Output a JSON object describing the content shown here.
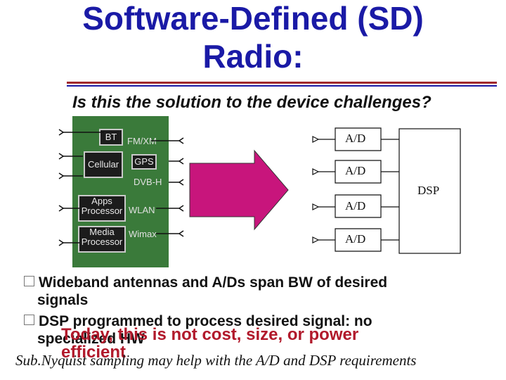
{
  "title": {
    "line1": "Software-Defined (SD)",
    "line2": "Radio:"
  },
  "subtitle": "Is this the solution to the device challenges?",
  "board_labels": {
    "bt": "BT",
    "fmxm": "FM/XM",
    "cellular": "Cellular",
    "gps": "GPS",
    "dvbh": "DVB-H",
    "apps": [
      "Apps",
      "Processor"
    ],
    "wlan": "WLAN",
    "media": [
      "Media",
      "Processor"
    ],
    "wimax": "Wimax"
  },
  "ad_labels": [
    "A/D",
    "A/D",
    "A/D",
    "A/D"
  ],
  "dsp_label": "DSP",
  "bullets": [
    {
      "line1": "Wideband antennas and A/Ds span BW of desired",
      "line2": "signals"
    },
    {
      "line1": "DSP programmed to process desired signal: no",
      "line2": "specialized HW"
    }
  ],
  "highlight": {
    "line1": "Today, this is not cost, size, or power",
    "line2": "efficient"
  },
  "footnote": "Sub.Nyquist sampling may help with the A/D and DSP requirements",
  "colors": {
    "title": "#1a1aa6",
    "highlight": "#b1192b",
    "arrow": "#c8157c",
    "rule": "#a0282c"
  }
}
